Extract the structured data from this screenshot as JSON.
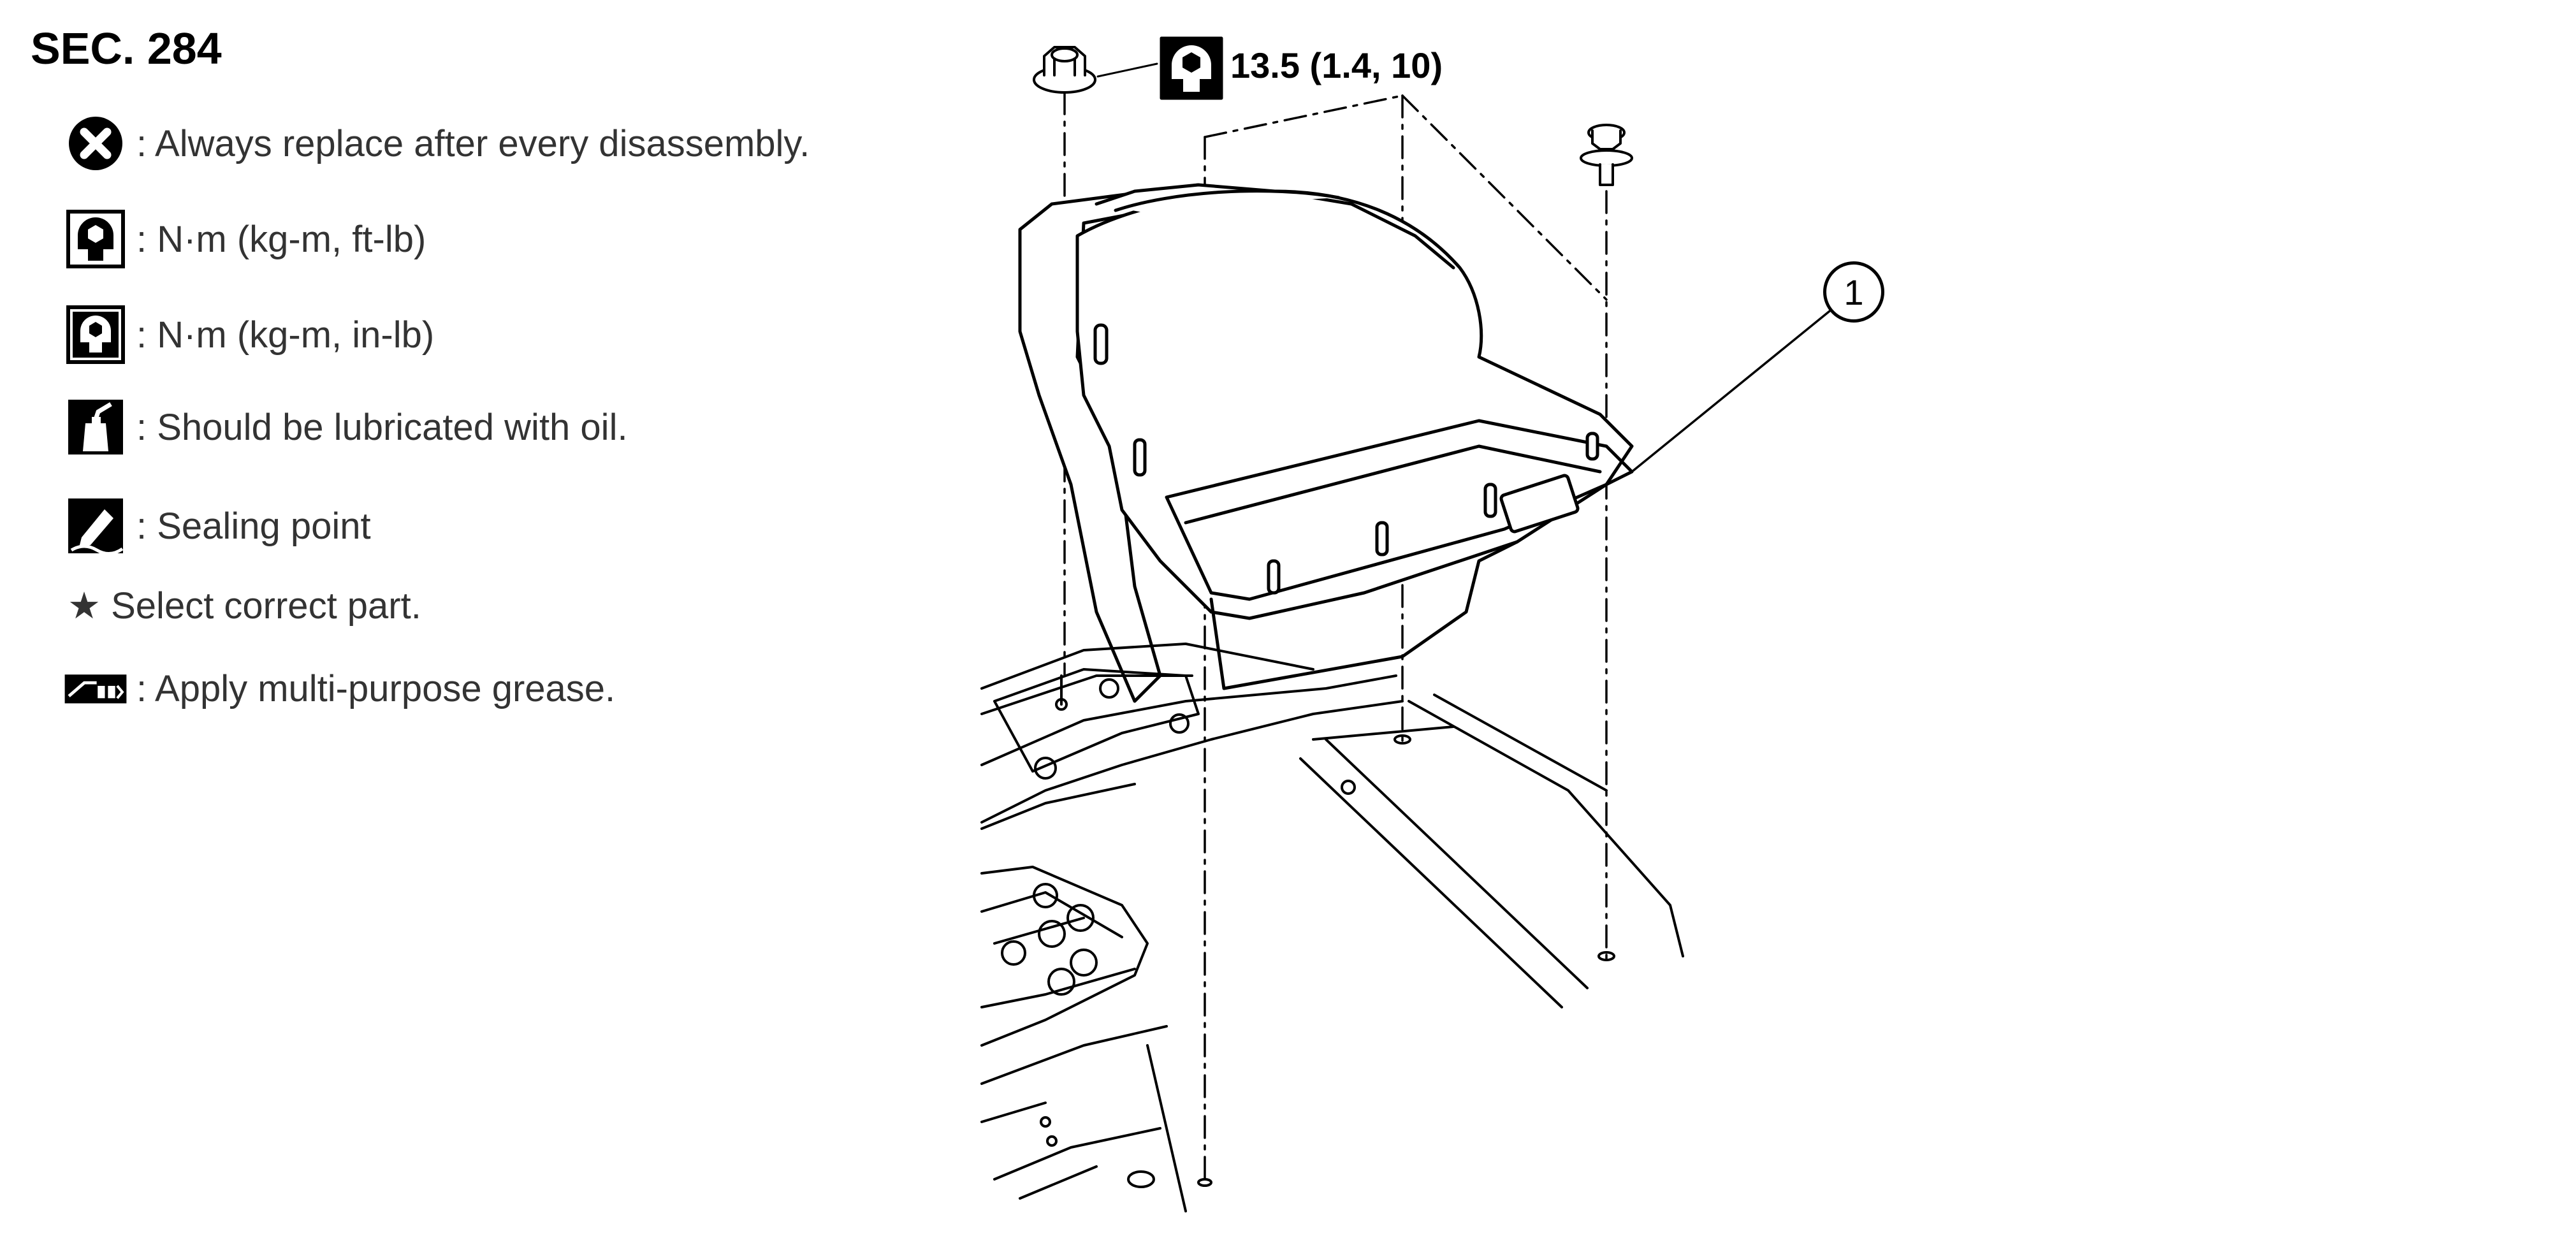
{
  "section": {
    "title": "SEC. 284"
  },
  "legend": [
    {
      "icon": "replace-x-icon",
      "text": ": Always replace after every disassembly."
    },
    {
      "icon": "torque-ftlb-icon",
      "text": ": N·m (kg-m, ft-lb)"
    },
    {
      "icon": "torque-inlb-icon",
      "text": ": N·m (kg-m, in-lb)"
    },
    {
      "icon": "oil-can-icon",
      "text": ": Should be lubricated with oil."
    },
    {
      "icon": "sealant-icon",
      "text": ": Sealing point"
    },
    {
      "icon": "star-icon",
      "text": "★ Select correct part."
    },
    {
      "icon": "grease-icon",
      "text": ": Apply multi-purpose grease."
    }
  ],
  "diagram": {
    "torque_spec": "13.5 (1.4, 10)",
    "callout": "1",
    "torque_icon": "torque-wrench-icon",
    "line_color": "#000000"
  }
}
